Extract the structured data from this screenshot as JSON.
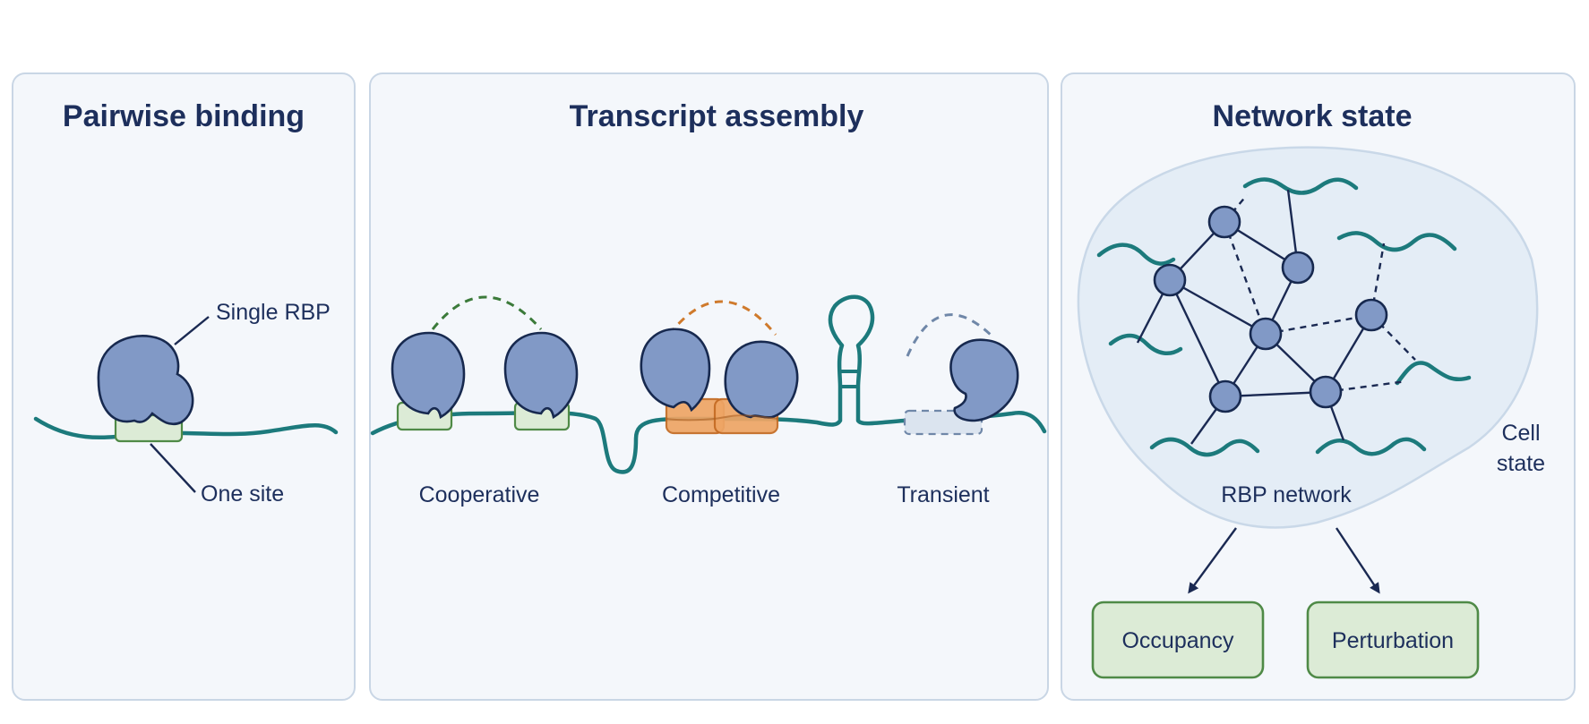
{
  "panels": [
    {
      "title": "Pairwise binding"
    },
    {
      "title": "Transcript assembly"
    },
    {
      "title": "Network state"
    }
  ],
  "pairwise": {
    "rbp_label": "Single RBP",
    "site_label": "One site"
  },
  "assembly": {
    "modes": [
      {
        "label": "Cooperative",
        "color": "#3b7a3a",
        "site_color": "#dcebd6"
      },
      {
        "label": "Competitive",
        "color": "#cf7a2c",
        "site_color": "#eea565"
      },
      {
        "label": "Transient",
        "color": "#6f87a8",
        "site_color": "#dbe4ef"
      }
    ]
  },
  "network": {
    "network_label": "RBP network",
    "cell_label_line1": "Cell",
    "cell_label_line2": "state",
    "outputs": [
      "Occupancy",
      "Perturbation"
    ]
  },
  "colors": {
    "rna": "#1c7a7c",
    "rbp_fill": "#8199c6",
    "rbp_stroke": "#17294f",
    "title": "#1d2f5c",
    "output_box_fill": "#dcebd6",
    "output_box_stroke": "#4f8a47"
  }
}
